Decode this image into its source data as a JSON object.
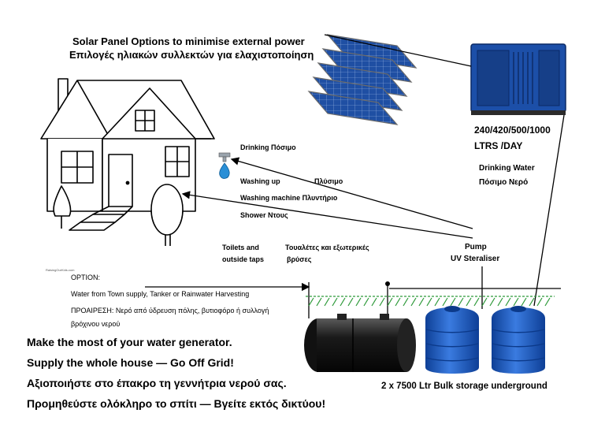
{
  "title": {
    "en": "Solar Panel Options to minimise external power",
    "el": "Επιλογές ηλιακών συλλεκτών για ελαχιστοποίηση"
  },
  "capacity": {
    "line1": "240/420/500/1000",
    "line2": "LTRS /DAY"
  },
  "drinking_water": {
    "en": "Drinking Water",
    "el": "Πόσιμο Νερό"
  },
  "uses": {
    "drinking": "Drinking   Πόσιμο",
    "washing_up_en": "Washing up",
    "washing_up_el": "Πλύσιμο",
    "washing_machine": "Washing machine   Πλυντήριο",
    "shower": "Shower     Ντους",
    "toilets_en_1": "Toilets and",
    "toilets_en_2": "outside taps",
    "toilets_el_1": "Τουαλέτες και εξωτερικές",
    "toilets_el_2": "βρύσες"
  },
  "pump": {
    "line1": "Pump",
    "line2": "UV Steraliser"
  },
  "watermark": "RaisingOurKids.com",
  "option": {
    "heading": "OPTION:",
    "en": "Water from Town supply,  Tanker or Rainwater Harvesting",
    "el_1": "ΠΡΟΑΙΡΕΣΗ:  Νερό από ύδρευση πόλης, βυτιοφόρο ή συλλογή",
    "el_2": "βρόχινου νερού"
  },
  "slogan": {
    "line1": "Make the most of your water generator.",
    "line2": "Supply the whole house    —    Go Off Grid!",
    "line3": "Αξιοποιήστε στο έπακρο τη γεννήτρια νερού σας.",
    "line4": "Προμηθεύστε ολόκληρο το σπίτι — Βγείτε εκτός δικτύου!"
  },
  "storage": "2 x 7500 Ltr Bulk storage underground",
  "colors": {
    "generator_blue": "#1c4fa8",
    "tank_blue": "#1d5fc4",
    "solar_blue": "#1f4fa3",
    "grass_green": "#2e9a3a",
    "water_drop": "#2a8fd6"
  }
}
